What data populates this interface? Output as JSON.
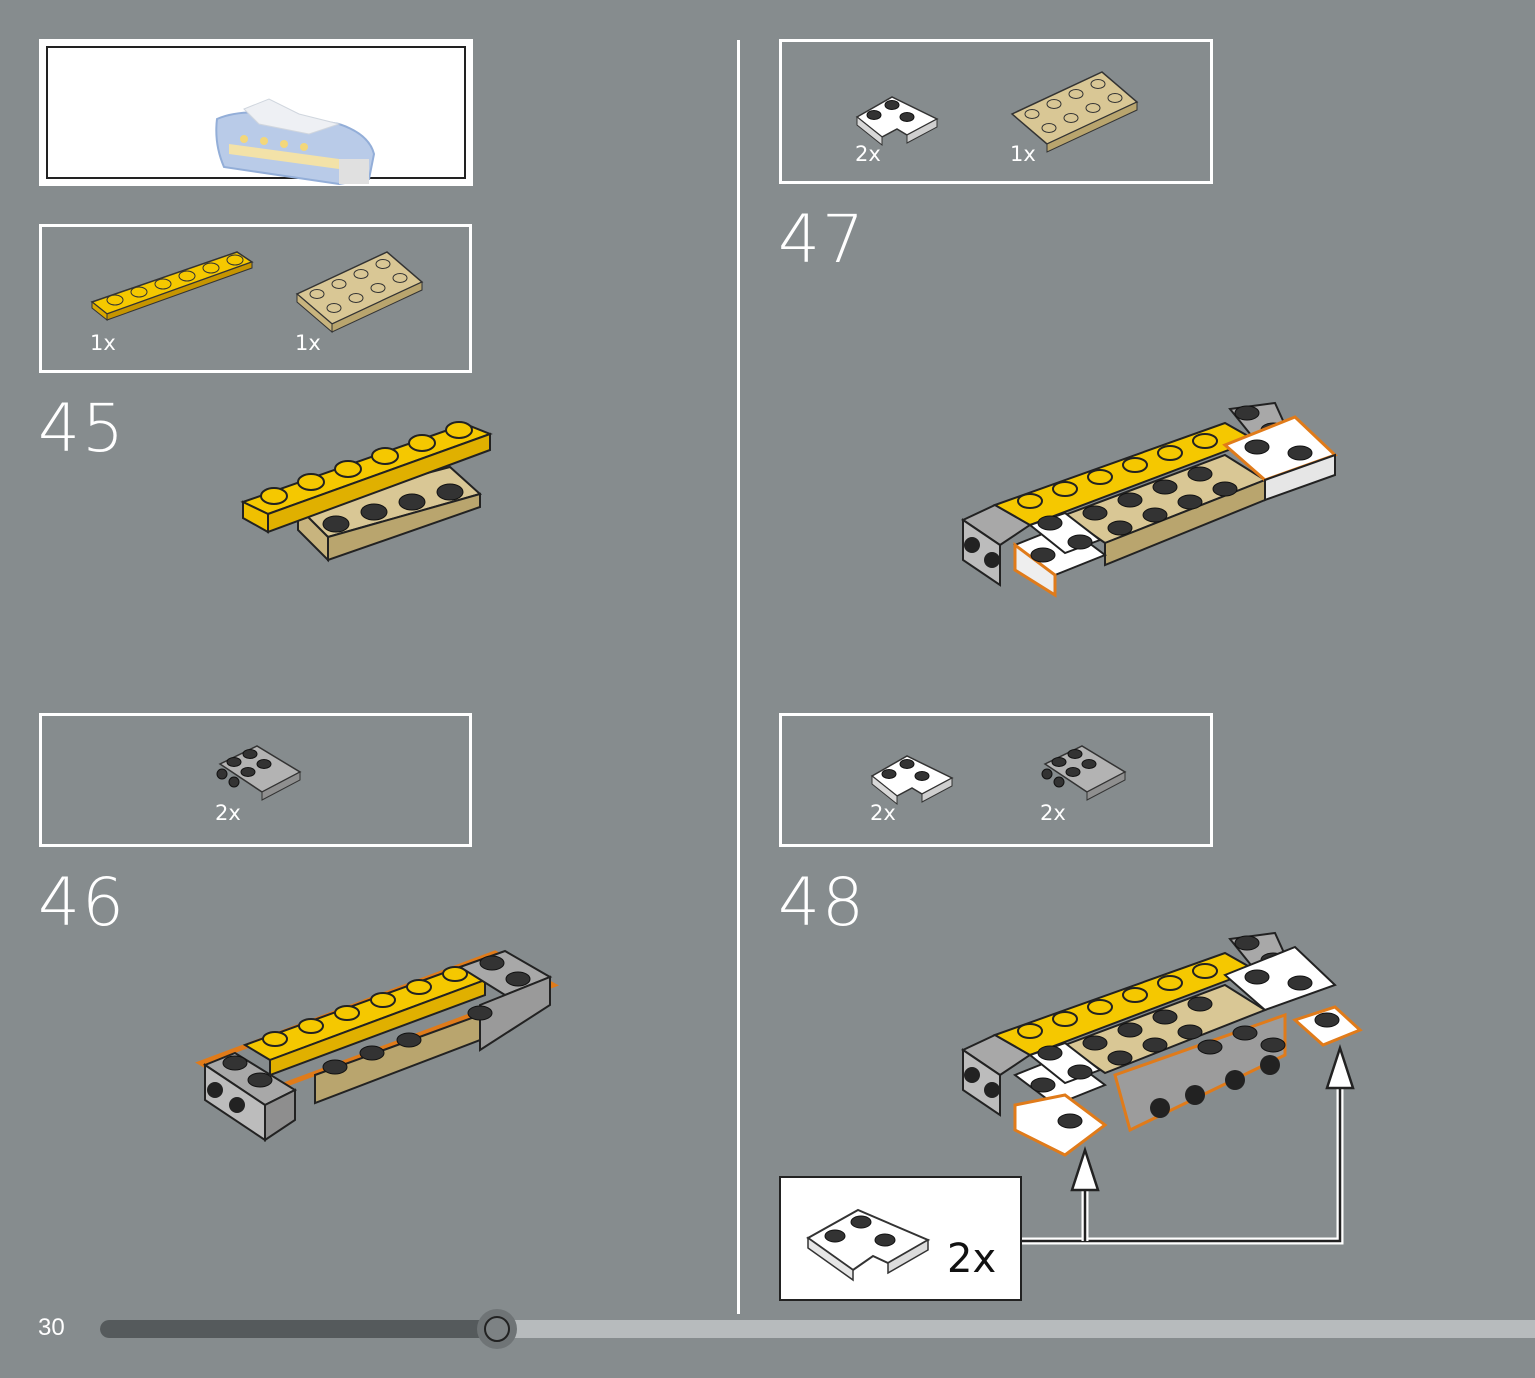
{
  "page": {
    "number": "30",
    "progress_fraction": 0.28
  },
  "colors": {
    "background": "#868c8e",
    "yellow": "#f5c800",
    "tan": "#d9c795",
    "grey": "#a8a8a8",
    "white": "#ffffff",
    "highlight": "#e07b1a"
  },
  "steps": [
    {
      "number": "45",
      "parts": [
        {
          "qty": "1x",
          "part": "yellow-plate-1x6"
        },
        {
          "qty": "1x",
          "part": "tan-plate-2x4"
        }
      ]
    },
    {
      "number": "46",
      "parts": [
        {
          "qty": "2x",
          "part": "grey-bracket-studs"
        }
      ]
    },
    {
      "number": "47",
      "parts": [
        {
          "qty": "2x",
          "part": "white-corner-plate"
        },
        {
          "qty": "1x",
          "part": "tan-plate-2x4"
        }
      ]
    },
    {
      "number": "48",
      "parts": [
        {
          "qty": "2x",
          "part": "white-corner-plate"
        },
        {
          "qty": "2x",
          "part": "grey-bracket-studs"
        }
      ],
      "callout": {
        "qty": "2x",
        "part": "white-corner-plate"
      }
    }
  ]
}
